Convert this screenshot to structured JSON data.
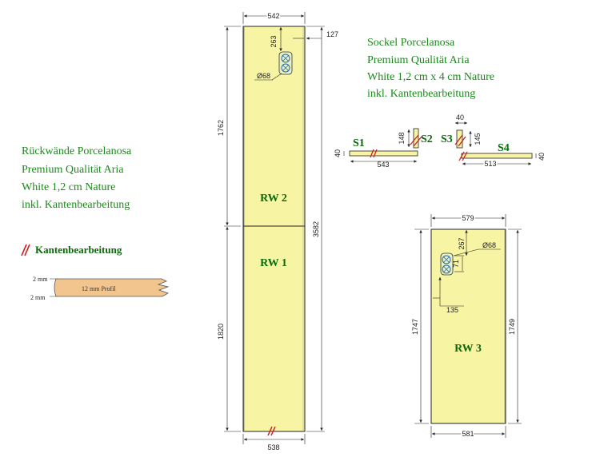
{
  "colors": {
    "panel": "#f7f4a4",
    "green_text": "#1a8a1a",
    "label_green": "#0a6a0a",
    "edge_red": "#cc2222",
    "wood": "#f2c48e"
  },
  "left_text": {
    "lines": [
      "Rückwände Porcelanosa",
      "Premium Qualität Aria",
      "White 1,2 cm Nature",
      "inkl. Kantenbearbeitung"
    ]
  },
  "sockel_text": {
    "lines": [
      "Sockel Porcelanosa",
      "Premium Qualität Aria",
      "White 1,2 cm x 4 cm Nature",
      "inkl. Kantenbearbeitung"
    ]
  },
  "legend": {
    "title": "Kantenbearbeitung",
    "top_mm": "2 mm",
    "bottom_mm": "2 mm",
    "profile": "12 mm Profil"
  },
  "panels": {
    "rw2": "RW 2",
    "rw1": "RW 1",
    "rw3": "RW 3"
  },
  "tall_dims": {
    "top_width": "542",
    "bottom_width": "538",
    "left_upper": "1762",
    "left_lower": "1820",
    "right_total": "3582",
    "cutout_right": "127",
    "cutout_down": "263",
    "cutout_diameter": "Ø68"
  },
  "rw3_dims": {
    "top_width": "579",
    "bottom_width": "581",
    "left_height": "1747",
    "right_height": "1749",
    "cutout_down": "267",
    "cutout_diameter": "Ø68",
    "cutout_gap": "71",
    "cutout_left": "135"
  },
  "sockel": {
    "s1": {
      "label": "S1",
      "length": "543",
      "height": "40"
    },
    "s2": {
      "label": "S2",
      "length": "148"
    },
    "s3": {
      "label": "S3",
      "width": "40",
      "length": "145"
    },
    "s4": {
      "label": "S4",
      "length": "513",
      "height": "40"
    }
  }
}
